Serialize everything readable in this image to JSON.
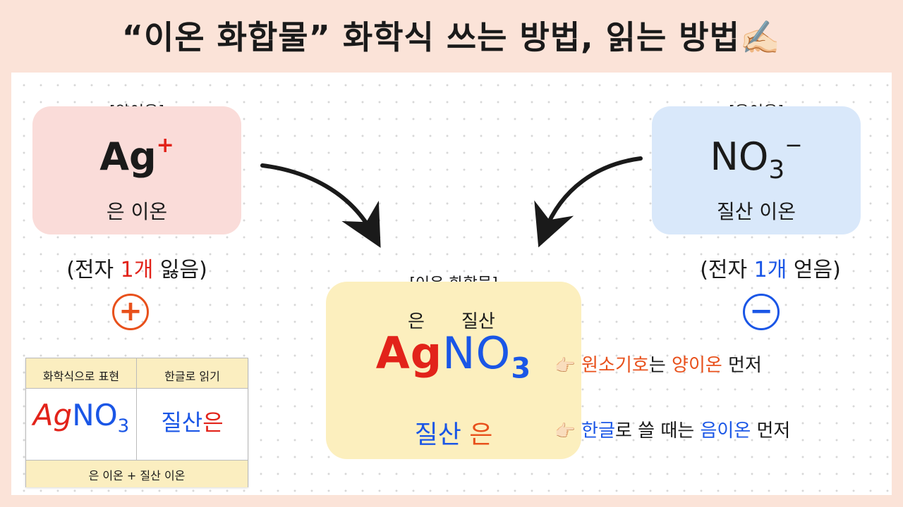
{
  "title": "“이온 화합물” 화학식 쓰는 방법, 읽는 방법✍🏻",
  "cation": {
    "label": "[양이온]",
    "symbol": "Ag",
    "charge": "+",
    "name": "은 이온",
    "electron_prefix": "(전자 ",
    "electron_count": "1개",
    "electron_suffix": " 잃음)",
    "sign": "+",
    "color": "#fadcd9"
  },
  "anion": {
    "label": "[음이온]",
    "symbol": "NO",
    "subscript": "3",
    "charge": "−",
    "name": "질산 이온",
    "electron_prefix": "(전자 ",
    "electron_count": "1개",
    "electron_suffix": " 얻음)",
    "sign": "−",
    "color": "#d9e8fa"
  },
  "compound": {
    "label": "[이온 화합물]",
    "reading_top_left": "은",
    "reading_top_right": "질산",
    "formula_cation": "Ag",
    "formula_anion": "NO",
    "formula_subscript": "3",
    "reading_bottom_left": "질산",
    "reading_bottom_right": "은"
  },
  "rules": {
    "rule1": {
      "hand": "👉🏻",
      "part1": "원소기호",
      "part2": "는 ",
      "part3": "양이온",
      "part4": " 먼저"
    },
    "rule2": {
      "hand": "👉🏻",
      "part1": "한글",
      "part2": "로 쓸 때는 ",
      "part3": "음이온",
      "part4": " 먼저"
    }
  },
  "table": {
    "header_left": "화학식으로 표현",
    "header_right": "한글로 읽기",
    "formula_cation": "Ag",
    "formula_anion": "NO",
    "formula_subscript": "3",
    "reading_anion": "질산",
    "reading_cation": "은",
    "footer": "은 이온 + 질산 이온"
  },
  "colors": {
    "background": "#fbe3d8",
    "red": "#e2231a",
    "blue": "#1a56e6",
    "orange": "#e8501b",
    "table_header": "#fbeec0"
  }
}
